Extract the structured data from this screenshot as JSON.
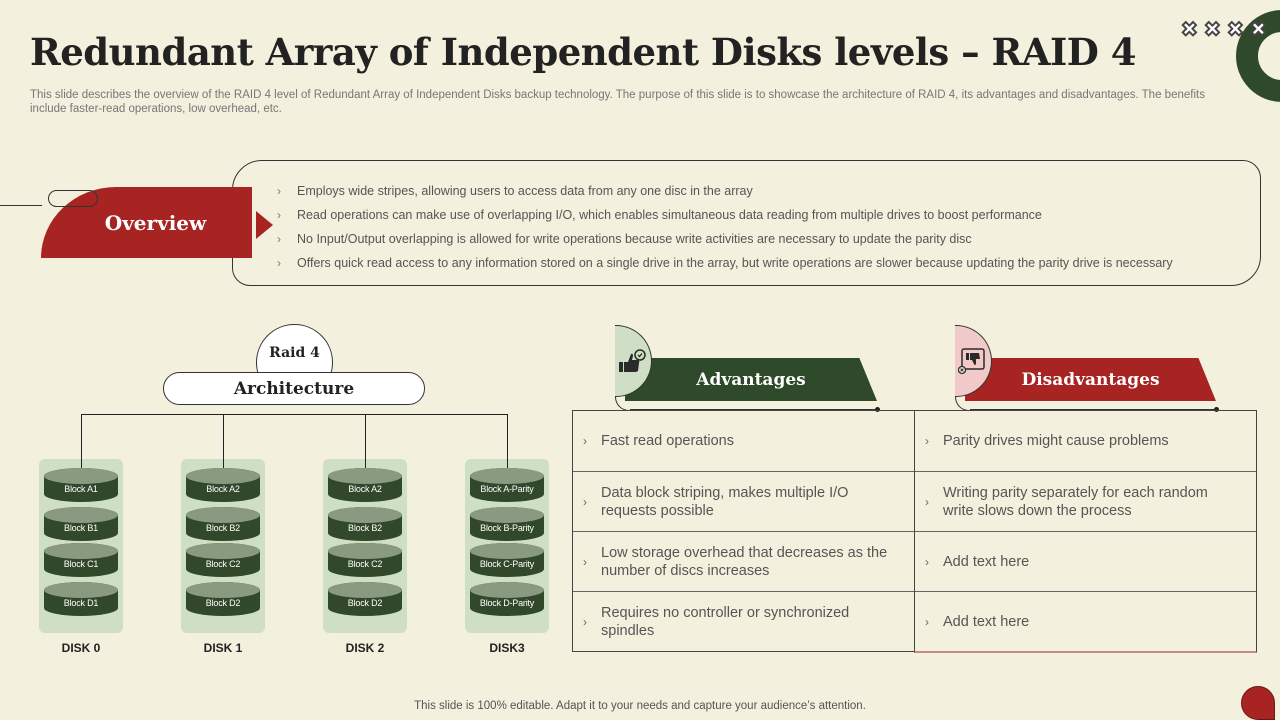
{
  "header": {
    "title": "Redundant Array of Independent Disks levels – RAID 4",
    "subtitle": "This slide describes the overview of the RAID 4 level of Redundant Array of Independent Disks backup technology. The purpose of this slide is to showcase the architecture of RAID 4, its advantages and disadvantages. The benefits include faster-read operations, low overhead, etc."
  },
  "decoration": {
    "x_marks": [
      "✖",
      "✖",
      "✖",
      "✖"
    ]
  },
  "overview": {
    "label": "Overview",
    "bullet_icon": "›",
    "items": [
      "Employs wide stripes, allowing users to access data from any one disc in the array",
      "Read operations can make use of overlapping I/O, which enables simultaneous data reading from multiple drives to boost performance",
      "No Input/Output overlapping is allowed for write operations because write activities are necessary to update the parity disc",
      "Offers quick read access to any information stored on a single drive in the array, but write operations are slower because updating the parity drive is necessary"
    ]
  },
  "architecture": {
    "badge": "Raid 4",
    "title": "Architecture",
    "disks": [
      {
        "label": "DISK 0",
        "blocks": [
          "Block A1",
          "Block B1",
          "Block C1",
          "Block D1"
        ]
      },
      {
        "label": "DISK 1",
        "blocks": [
          "Block A2",
          "Block B2",
          "Block C2",
          "Block D2"
        ]
      },
      {
        "label": "DISK 2",
        "blocks": [
          "Block A2",
          "Block B2",
          "Block C2",
          "Block D2"
        ]
      },
      {
        "label": "DISK3",
        "blocks": [
          "Block A-Parity",
          "Block B-Parity",
          "Block C-Parity",
          "Block D-Parity"
        ]
      }
    ]
  },
  "advantages": {
    "title": "Advantages",
    "icon": "thumbs-up-icon",
    "color": "#2f4a2a",
    "accent_bg": "#cfdfc5",
    "items": [
      "Fast read operations",
      "Data block striping, makes multiple I/O requests possible",
      "Low storage overhead that decreases as the number of discs increases",
      "Requires no controller or synchronized spindles"
    ]
  },
  "disadvantages": {
    "title": "Disadvantages",
    "icon": "thumbs-down-icon",
    "color": "#a82423",
    "accent_bg": "#f2c9c9",
    "items": [
      "Parity drives might cause problems",
      "Writing parity separately for each random write slows down the process",
      "Add text here",
      "Add text here"
    ]
  },
  "colors": {
    "background": "#f3f0dd",
    "green": "#2f4a2a",
    "red": "#a82423"
  },
  "footer": {
    "text": "This slide is 100% editable. Adapt it to your needs and capture your audience’s attention."
  }
}
